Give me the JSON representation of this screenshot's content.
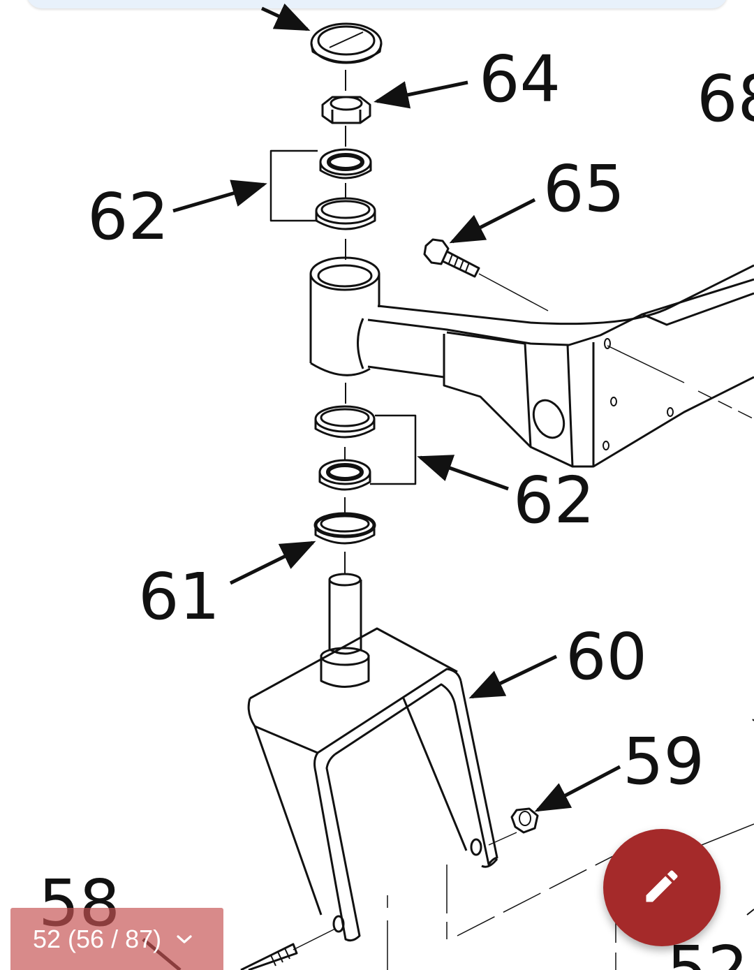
{
  "viewer": {
    "page_indicator": "52 (56 / 87)",
    "icons": {
      "dropdown": "chevron-down-icon",
      "edit": "pencil-icon"
    },
    "colors": {
      "fab": "#a52a2a",
      "page_pill": "#c55252",
      "top_bar": "#e8f1fb"
    }
  },
  "diagram": {
    "callouts": {
      "part_64": "64",
      "part_68": "68",
      "part_62_top": "62",
      "part_65": "65",
      "part_62_bottom": "62",
      "part_61": "61",
      "part_60": "60",
      "part_59": "59",
      "part_58": "58",
      "part_52": "52"
    }
  }
}
